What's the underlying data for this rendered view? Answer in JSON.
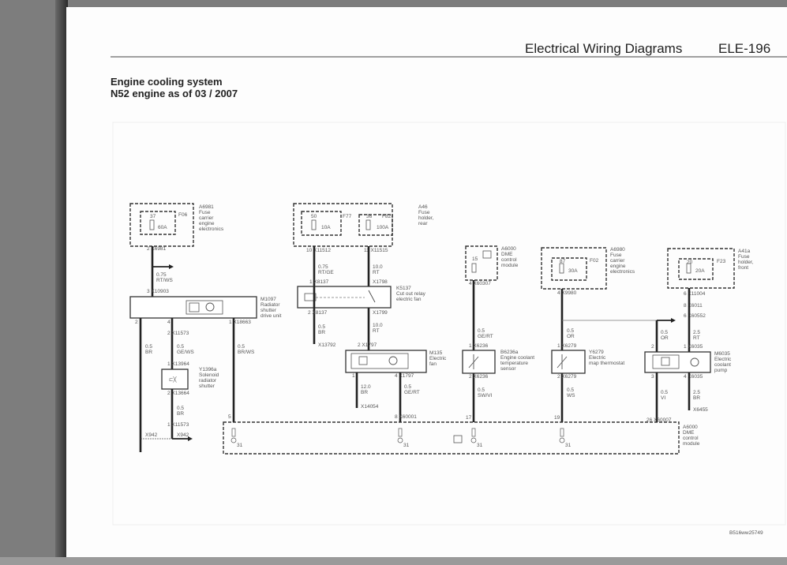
{
  "header": {
    "section": "Electrical Wiring Diagrams",
    "page": "ELE-196"
  },
  "title": {
    "line1": "Engine cooling system",
    "line2": "N52 engine as of 03 / 2007"
  },
  "figure_code": "B516ww25749",
  "components": {
    "a6981": {
      "lines": [
        "A6981",
        "Fuse",
        "carrier",
        "engine",
        "electronics"
      ],
      "fuse": "F06",
      "amps": "60A",
      "pin": "37"
    },
    "m1097": {
      "lines": [
        "M1097",
        "Radiator",
        "shutter",
        "drive unit"
      ]
    },
    "y1396a": {
      "lines": [
        "Y1396a",
        "Solenoid",
        "radiator",
        "shutter"
      ]
    },
    "a46": {
      "lines": [
        "A46",
        "Fuse",
        "holder,",
        "rear"
      ],
      "fuse1": "F77",
      "amps1": "10A",
      "pin1": "50",
      "fuse2": "F82",
      "amps2": "100A",
      "pin2": "36"
    },
    "k5137": {
      "lines": [
        "K5137",
        "Cut out relay",
        "electric fan"
      ]
    },
    "m135": {
      "lines": [
        "M135",
        "Electric",
        "fan"
      ]
    },
    "a6000top": {
      "lines": [
        "A6000",
        "DME",
        "control",
        "module"
      ],
      "pin": "15"
    },
    "b6236a": {
      "lines": [
        "B6236a",
        "Engine coolant",
        "temperature",
        "sensor"
      ]
    },
    "a6980": {
      "lines": [
        "A6980",
        "Fuse",
        "carrier",
        "engine",
        "electronics"
      ],
      "fuse": "F02",
      "amps": "30A",
      "pin": "87"
    },
    "y6279": {
      "lines": [
        "Y6279",
        "Electric",
        "map thermostat"
      ]
    },
    "a41a": {
      "lines": [
        "A41a",
        "Fuse",
        "holder,",
        "front"
      ],
      "fuse": "F23",
      "amps": "20A",
      "pin": "20"
    },
    "m6035": {
      "lines": [
        "M6035",
        "Electric",
        "coolant",
        "pump"
      ]
    },
    "a6000": {
      "lines": [
        "A6000",
        "DME",
        "control",
        "module"
      ]
    }
  },
  "connectors": {
    "c1": "2  X6981",
    "c2": "3  X10903",
    "c3": "2",
    "c4": "4",
    "c5": "1  X18663",
    "c6": "2  X11573",
    "c7": "1  X13964",
    "c8": "2  X13664",
    "c9": "1  X11573",
    "c10": "X942",
    "c11": "X942",
    "c12": "5",
    "c13": "10  X11512",
    "c14": "11  X11515",
    "c15": "1  X8137",
    "c16": "X1798",
    "c17": "2  X8137",
    "c18": "X1799",
    "c19": "X13792",
    "c20": "2  X1797",
    "c21": "1",
    "c22": "4  X1797",
    "c23": "X14054",
    "c24": "8  X60001",
    "c25": "4  X60307",
    "c26": "1  X6236",
    "c27": "2  X6236",
    "c28": "17",
    "c29": "4  X9980",
    "c30": "1  X6279",
    "c31": "2  X6279",
    "c32": "19",
    "c33": "6  X11004",
    "c34": "8  X6011",
    "c35": "6  X60552",
    "c36": "2",
    "c37": "1  X6035",
    "c38": "3",
    "c39": "4  X6035",
    "c40": "X6455",
    "c41": "26  X60007"
  },
  "wires": {
    "w1": [
      "0.75",
      "RT/WS"
    ],
    "w2": [
      "0.5",
      "BR"
    ],
    "w3": [
      "0.5",
      "GE/WS"
    ],
    "w4": [
      "0.5",
      "BR/WS"
    ],
    "w5": [
      "0.5",
      "BR"
    ],
    "w6": [
      "0.75",
      "RT/GE"
    ],
    "w7": [
      "10.0",
      "RT"
    ],
    "w8": [
      "0.5",
      "BR"
    ],
    "w9": [
      "10.0",
      "RT"
    ],
    "w10": [
      "12.0",
      "BR"
    ],
    "w11": [
      "0.5",
      "GE/RT"
    ],
    "w12": [
      "0.5",
      "GE/RT"
    ],
    "w13": [
      "0.5",
      "SW/VI"
    ],
    "w14": [
      "0.5",
      "OR"
    ],
    "w15": [
      "0.5",
      "WS"
    ],
    "w16": [
      "0.5",
      "OR"
    ],
    "w17": [
      "2.5",
      "RT"
    ],
    "w18": [
      "0.5",
      "VI"
    ],
    "w19": [
      "2.5",
      "BR"
    ]
  },
  "grounds": [
    "31",
    "31",
    "31",
    "31"
  ]
}
